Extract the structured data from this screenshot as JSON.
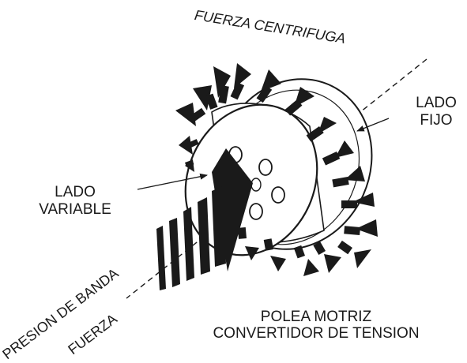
{
  "labels": {
    "fuerza_centrifuga": "FUERZA CENTRIFUGA",
    "lado_fijo_1": "LADO",
    "lado_fijo_2": "FIJO",
    "lado_variable_1": "LADO",
    "lado_variable_2": "VARIABLE",
    "presion_de_banda": "PRESION DE BANDA",
    "fuerza": "FUERZA",
    "polea_motriz": "POLEA MOTRIZ",
    "convertidor_de_tension": "CONVERTIDOR DE TENSION"
  },
  "colors": {
    "ink": "#1a1a1a",
    "background": "#ffffff"
  },
  "icons": {
    "centrifugal_force": "outward-arrow-icon",
    "belt_pressure": "striped-arrow-icon"
  }
}
